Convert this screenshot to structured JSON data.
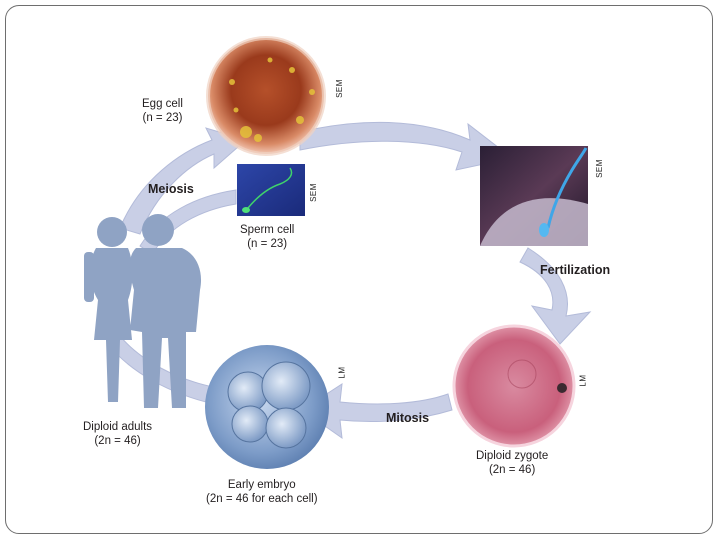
{
  "labels": {
    "egg_cell": {
      "name": "Egg cell",
      "count": "(n = 23)"
    },
    "sperm_cell": {
      "name": "Sperm cell",
      "count": "(n = 23)"
    },
    "diploid_adults": {
      "name": "Diploid adults",
      "count": "(2n = 46)"
    },
    "early_embryo": {
      "name": "Early embryo",
      "count": "(2n = 46 for each cell)"
    },
    "diploid_zygote": {
      "name": "Diploid zygote",
      "count": "(2n = 46)"
    }
  },
  "processes": {
    "meiosis": "Meiosis",
    "fertilization": "Fertilization",
    "mitosis": "Mitosis"
  },
  "micrograph_tags": {
    "egg": "SEM",
    "sperm": "SEM",
    "fertilization": "SEM",
    "zygote": "LM",
    "embryo": "LM"
  },
  "colors": {
    "arrow": "#c9cfe6",
    "silhouette": "#8fa3c4"
  }
}
